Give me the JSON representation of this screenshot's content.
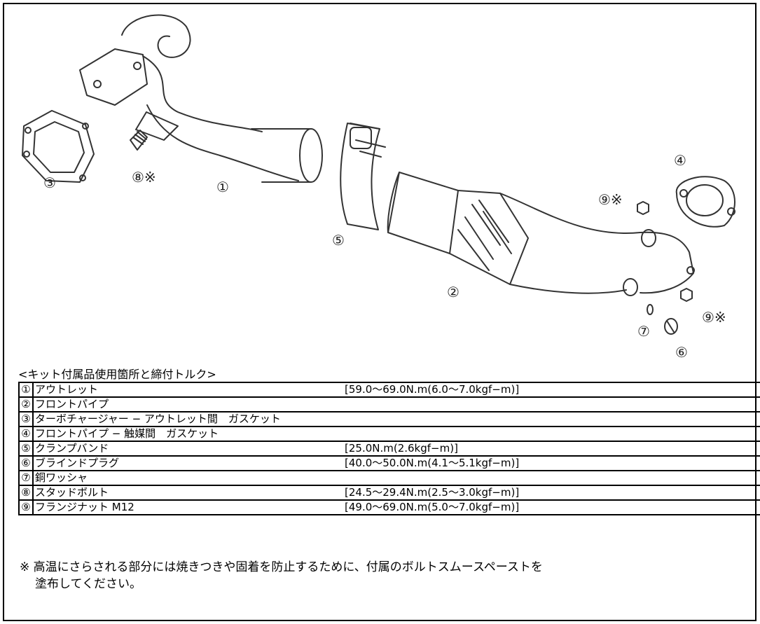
{
  "diagram": {
    "callouts": [
      "③",
      "⑧※",
      "①",
      "⑤",
      "④",
      "⑨※",
      "②",
      "⑨※",
      "⑦",
      "⑥"
    ]
  },
  "caption": "<キット付属品使用箇所と締付トルク>",
  "parts": [
    {
      "num": "①",
      "name": "アウトレット",
      "torque": "[59.0〜69.0N.m(6.0〜7.0kgf−m)]"
    },
    {
      "num": "②",
      "name": "フロントパイプ",
      "torque": ""
    },
    {
      "num": "③",
      "name": "ターボチャージャー − アウトレット間　ガスケット",
      "torque": ""
    },
    {
      "num": "④",
      "name": "フロントパイプ − 触媒間　ガスケット",
      "torque": ""
    },
    {
      "num": "⑤",
      "name": "クランプバンド",
      "torque": "[25.0N.m(2.6kgf−m)]"
    },
    {
      "num": "⑥",
      "name": "ブラインドプラグ",
      "torque": "[40.0〜50.0N.m(4.1〜5.1kgf−m)]"
    },
    {
      "num": "⑦",
      "name": "銅ワッシャ",
      "torque": ""
    },
    {
      "num": "⑧",
      "name": "スタッドボルト",
      "torque": "[24.5〜29.4N.m(2.5〜3.0kgf−m)]"
    },
    {
      "num": "⑨",
      "name": "フランジナット M12",
      "torque": "[49.0〜69.0N.m(5.0〜7.0kgf−m)]"
    }
  ],
  "note": {
    "mark": "※",
    "line1": "高温にさらされる部分には焼きつきや固着を防止するために、付属のボルトスムースペーストを",
    "line2": "塗布してください。"
  }
}
